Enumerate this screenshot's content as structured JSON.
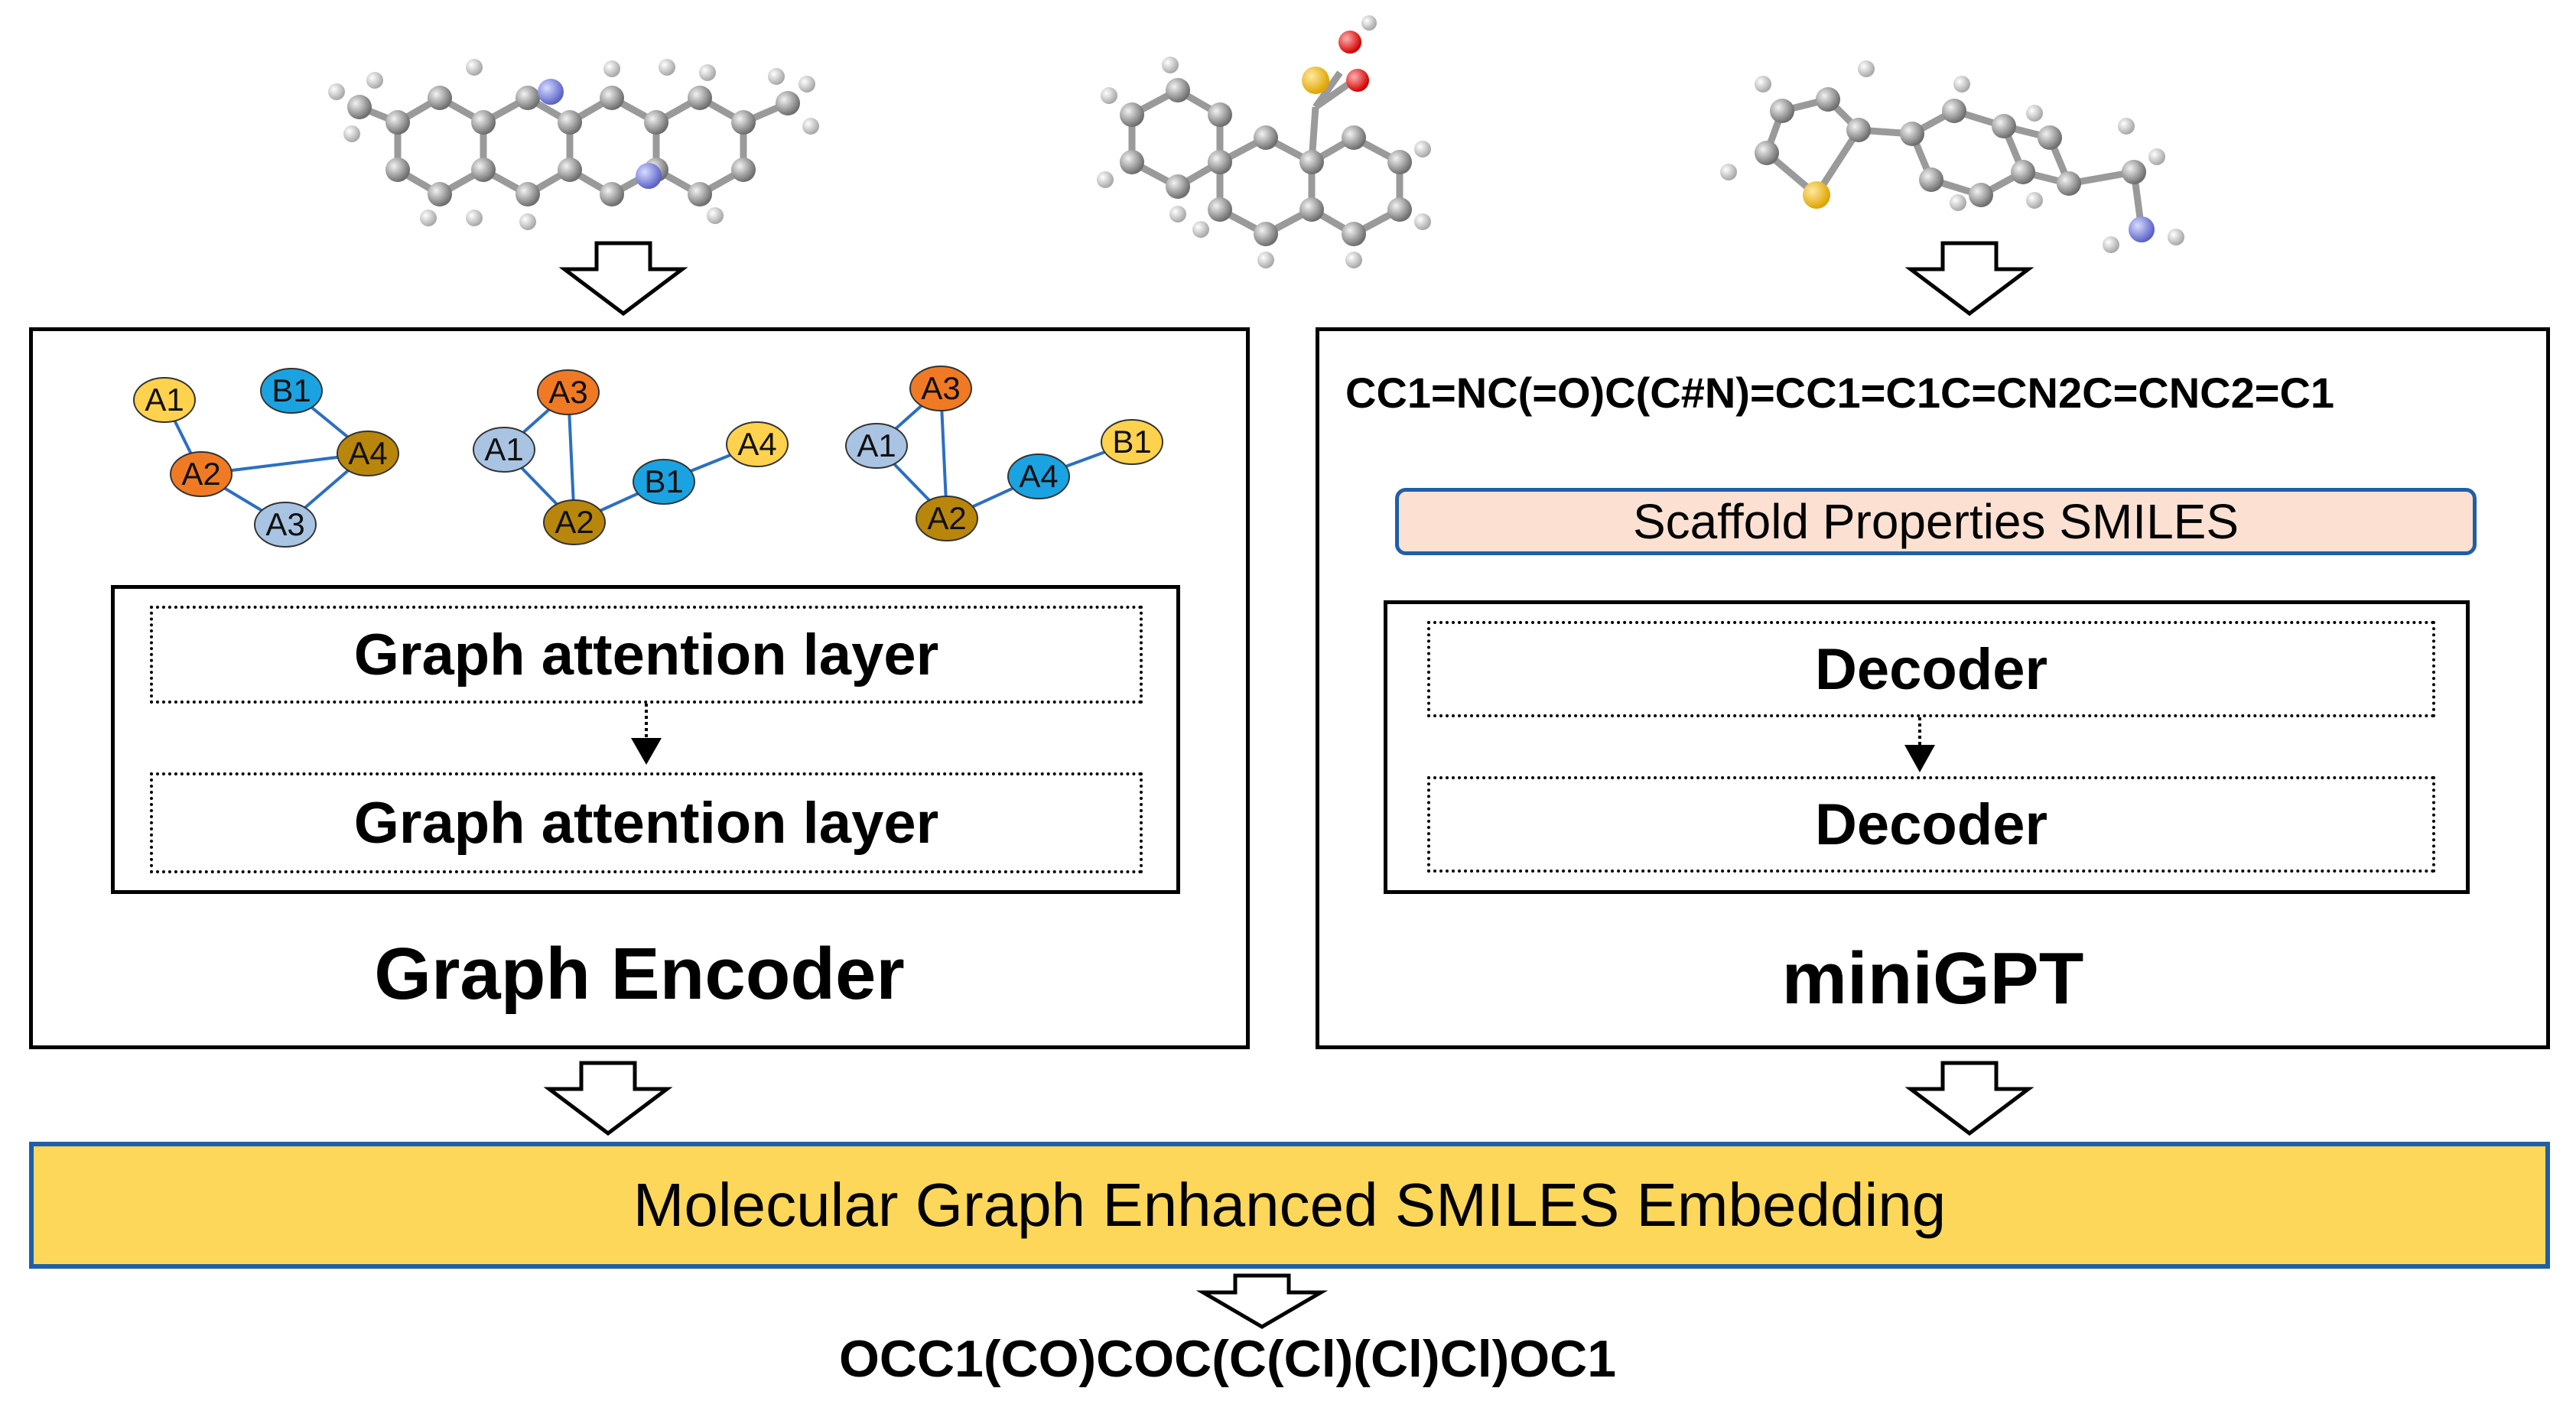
{
  "encoder": {
    "title": "Graph Encoder",
    "layers": [
      "Graph attention layer",
      "Graph attention layer"
    ],
    "graphs": [
      {
        "nodes": [
          {
            "id": "A1",
            "color": "#FFD24D"
          },
          {
            "id": "B1",
            "color": "#1AA3E0"
          },
          {
            "id": "A2",
            "color": "#F07A23"
          },
          {
            "id": "A4",
            "color": "#B8860B"
          },
          {
            "id": "A3",
            "color": "#A9C3E3"
          }
        ]
      },
      {
        "nodes": [
          {
            "id": "A3",
            "color": "#F07A23"
          },
          {
            "id": "A1",
            "color": "#A9C3E3"
          },
          {
            "id": "A4",
            "color": "#FFD24D"
          },
          {
            "id": "B1",
            "color": "#1AA3E0"
          },
          {
            "id": "A2",
            "color": "#B8860B"
          }
        ]
      },
      {
        "nodes": [
          {
            "id": "A3",
            "color": "#F07A23"
          },
          {
            "id": "A1",
            "color": "#A9C3E3"
          },
          {
            "id": "B1",
            "color": "#FFD24D"
          },
          {
            "id": "A4",
            "color": "#1AA3E0"
          },
          {
            "id": "A2",
            "color": "#B8860B"
          }
        ]
      }
    ]
  },
  "gpt": {
    "title": "miniGPT",
    "input_smiles": "CC1=NC(=O)C(C#N)=CC1=C1C=CN2C=CNC2=C1",
    "prompt_box": "Scaffold Properties SMILES",
    "layers": [
      "Decoder",
      "Decoder"
    ]
  },
  "embedding": {
    "label": "Molecular Graph Enhanced SMILES Embedding"
  },
  "output_smiles": "OCC1(CO)COC(C(Cl)(Cl)Cl)OC1",
  "colors": {
    "edge_blue": "#2B6FC2",
    "embedding_fill": "#FDD75A",
    "embedding_border": "#1F5FA8",
    "prompt_fill": "#FCE1D2",
    "prompt_border": "#1F5FA8"
  }
}
